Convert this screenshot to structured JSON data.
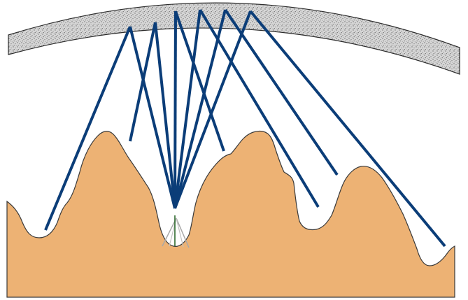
{
  "diagram": {
    "colors": {
      "background": "#ffffff",
      "terrain_fill": "#EDB274",
      "terrain_stroke": "#3a3a3a",
      "arc_fill": "#D6D6D6",
      "arc_stroke": "#2b2b2b",
      "ray": "#0B3D78",
      "normal": "#2E6B2E",
      "cone": "#A8A8A8"
    },
    "elements": {
      "terrain": "rough-terrain-surface",
      "arc": "curved-reflector-layer",
      "rays": "reflected-signal-rays",
      "normal": "surface-normal-line",
      "cone": "incidence-cone-lines"
    }
  }
}
